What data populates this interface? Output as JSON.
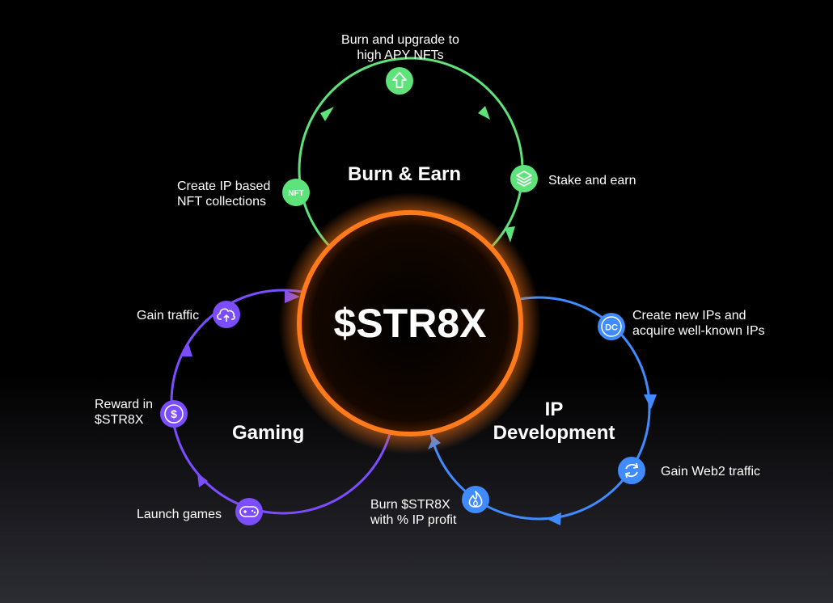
{
  "center": {
    "label": "$STR8X",
    "color": "#ff7a1a"
  },
  "cycles": [
    {
      "title_lines": [
        "Burn & Earn"
      ],
      "color": "#5ee27a",
      "steps": [
        {
          "lines": [
            "Burn and upgrade to",
            "high APY NFTs"
          ],
          "icon": "arrow-up-icon"
        },
        {
          "lines": [
            "Stake and earn"
          ],
          "icon": "layers-icon"
        },
        {
          "lines": [
            "Create IP based",
            "NFT collections"
          ],
          "icon": "nft-icon",
          "icon_text": "NFT"
        }
      ]
    },
    {
      "title_lines": [
        "IP",
        "Development"
      ],
      "color": "#3f8bff",
      "steps": [
        {
          "lines": [
            "Create new IPs and",
            "acquire well-known IPs"
          ],
          "icon": "dc-icon",
          "icon_text": "DC"
        },
        {
          "lines": [
            "Gain Web2 traffic"
          ],
          "icon": "refresh-icon"
        },
        {
          "lines": [
            "Burn $STR8X",
            "with % IP profit"
          ],
          "icon": "flame-icon"
        }
      ]
    },
    {
      "title_lines": [
        "Gaming"
      ],
      "color": "#7b4dff",
      "steps": [
        {
          "lines": [
            "Gain traffic"
          ],
          "icon": "cloud-upload-icon"
        },
        {
          "lines": [
            "Reward in",
            "$STR8X"
          ],
          "icon": "dollar-coin-icon"
        },
        {
          "lines": [
            "Launch games"
          ],
          "icon": "gamepad-icon"
        }
      ]
    }
  ]
}
